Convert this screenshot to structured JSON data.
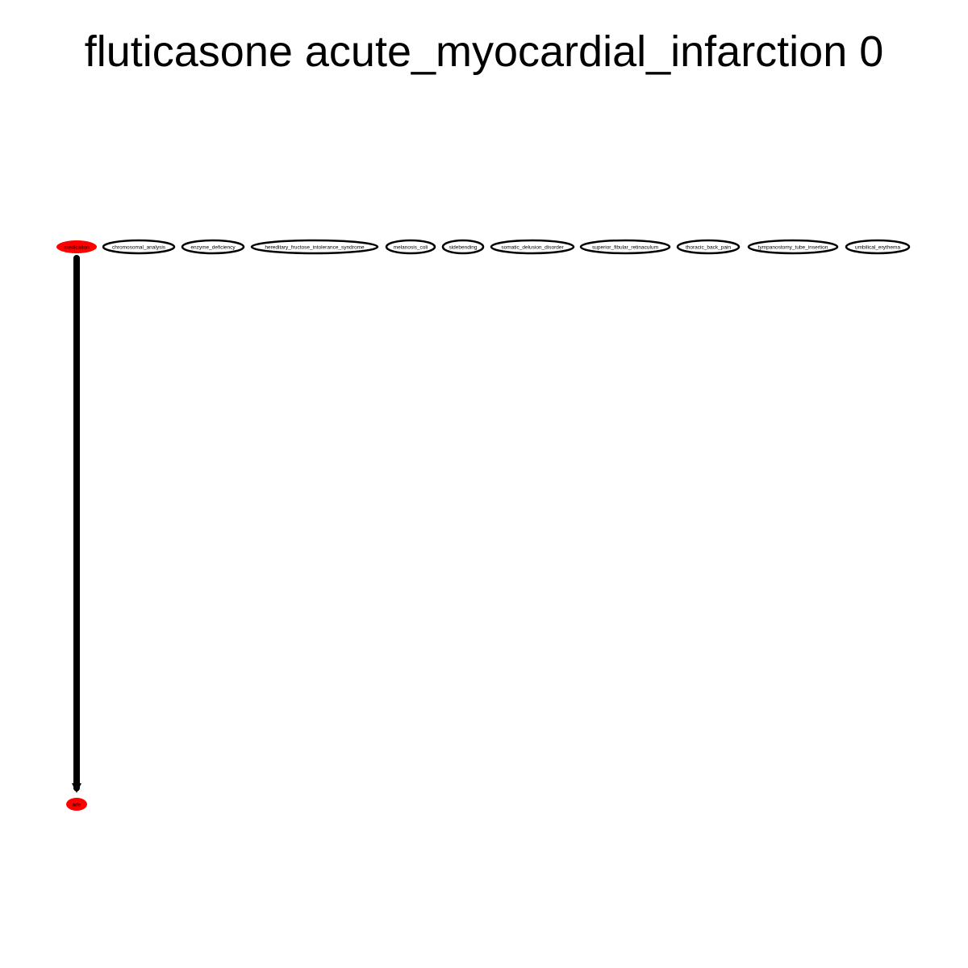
{
  "title": "fluticasone acute_myocardial_infarction 0",
  "colors": {
    "highlight_node": "#ff0000",
    "plain_node_stroke": "#000000",
    "plain_node_fill": "#ffffff",
    "edge": "#000000",
    "background": "#ffffff"
  },
  "nodes": [
    {
      "id": "medication",
      "label": "medication",
      "style": "highlight"
    },
    {
      "id": "chromosomal_analysis",
      "label": "chromosomal_analysis",
      "style": "plain"
    },
    {
      "id": "enzyme_deficiency",
      "label": "enzyme_deficiency",
      "style": "plain"
    },
    {
      "id": "hereditary_fructose_intolerance_syndrome",
      "label": "hereditary_fructose_intolerance_syndrome",
      "style": "plain"
    },
    {
      "id": "melanosis_coli",
      "label": "melanosis_coli",
      "style": "plain"
    },
    {
      "id": "sidebending",
      "label": "sidebending",
      "style": "plain"
    },
    {
      "id": "somatic_delusion_disorder",
      "label": "somatic_delusion_disorder",
      "style": "plain"
    },
    {
      "id": "superior_fibular_retinaculum",
      "label": "superior_fibular_retinaculum",
      "style": "plain"
    },
    {
      "id": "thoracic_back_pain",
      "label": "thoracic_back_pain",
      "style": "plain"
    },
    {
      "id": "tympanostomy_tube_insertion",
      "label": "tympanostomy_tube_insertion",
      "style": "plain"
    },
    {
      "id": "umbilical_erythema",
      "label": "umbilical_erythema",
      "style": "plain"
    },
    {
      "id": "ade",
      "label": "ade",
      "style": "highlight"
    }
  ],
  "edges": [
    {
      "from": "medication",
      "to": "ade",
      "directed": true
    }
  ]
}
